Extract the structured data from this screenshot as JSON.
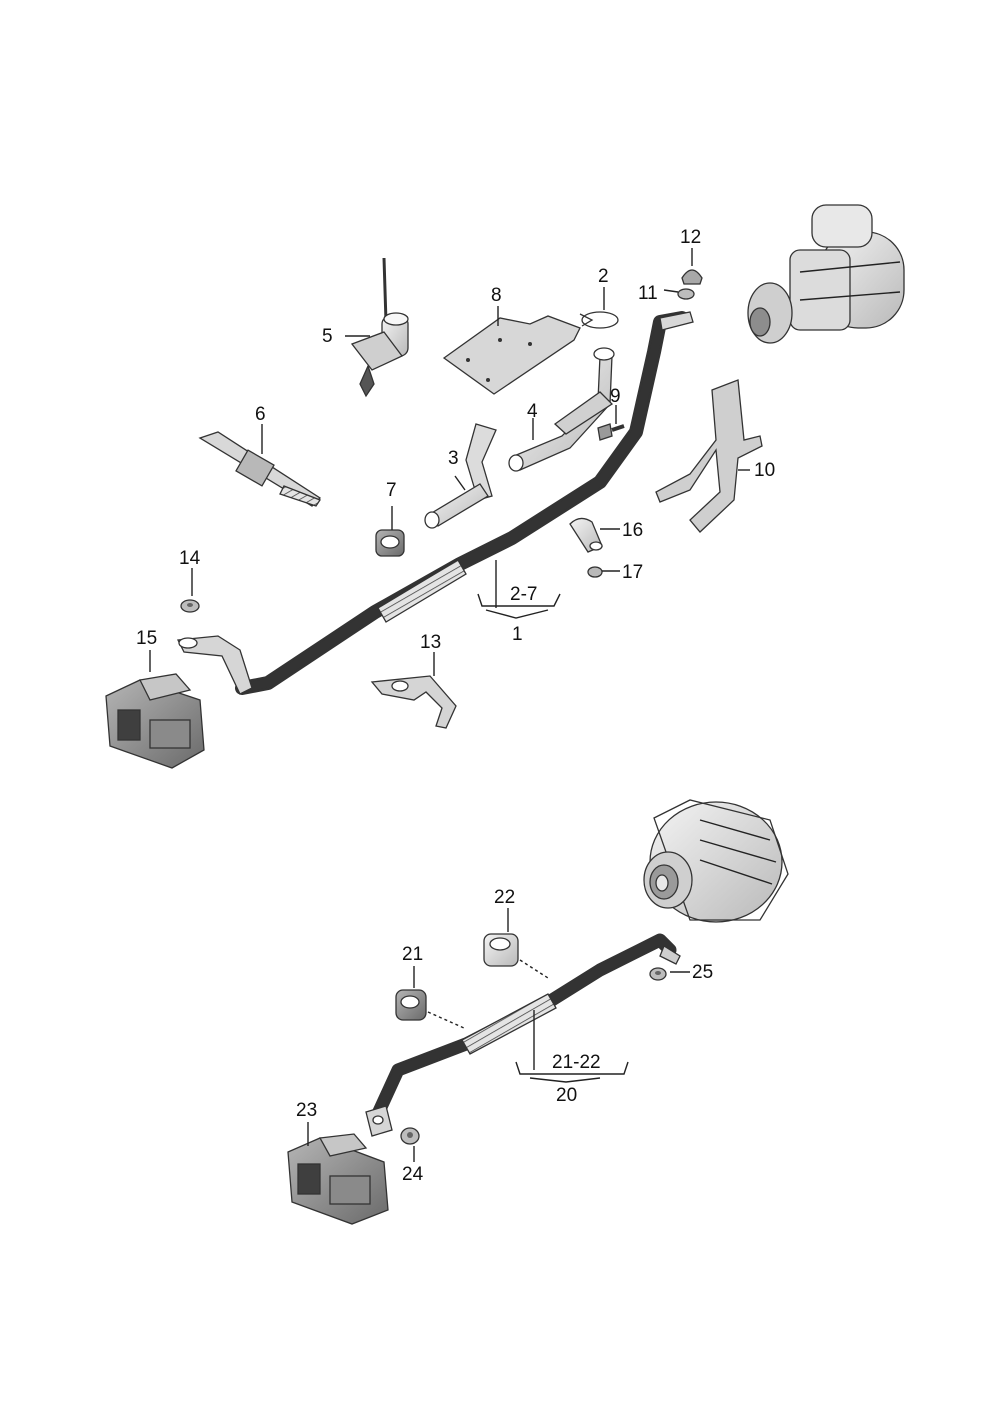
{
  "labels": {
    "l1": "1",
    "l2": "2",
    "l2_7": "2-7",
    "l3": "3",
    "l4": "4",
    "l5": "5",
    "l6": "6",
    "l7": "7",
    "l8": "8",
    "l9": "9",
    "l10": "10",
    "l11": "11",
    "l12": "12",
    "l13": "13",
    "l14": "14",
    "l15": "15",
    "l16": "16",
    "l17": "17",
    "l20": "20",
    "l21": "21",
    "l21_22": "21-22",
    "l22": "22",
    "l23": "23",
    "l24": "24",
    "l25": "25"
  }
}
